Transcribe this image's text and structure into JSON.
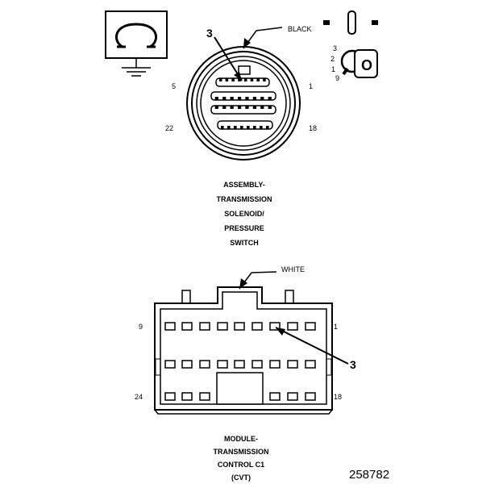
{
  "ohmmeter_icon": "ohm-symbol-icon",
  "ignition_icon": "ignition-key-icon",
  "top_connector": {
    "color_label": "BLACK",
    "callout": "3",
    "pins": {
      "top_left": "5",
      "top_right": "1",
      "bottom_left": "22",
      "bottom_right": "18"
    },
    "caption_lines": [
      "ASSEMBLY-",
      "TRANSMISSION",
      "SOLENOID/",
      "PRESSURE",
      "SWITCH"
    ]
  },
  "ignition_switch": {
    "positions": [
      "3",
      "2",
      "1",
      "9"
    ],
    "key_label": "O"
  },
  "bottom_connector": {
    "color_label": "WHITE",
    "callout": "3",
    "pins": {
      "top_left": "9",
      "top_right": "1",
      "bottom_left": "24",
      "bottom_right": "18"
    },
    "caption_lines": [
      "MODULE-",
      "TRANSMISSION",
      "CONTROL C1",
      "(CVT)"
    ]
  },
  "figure_number": "258782"
}
